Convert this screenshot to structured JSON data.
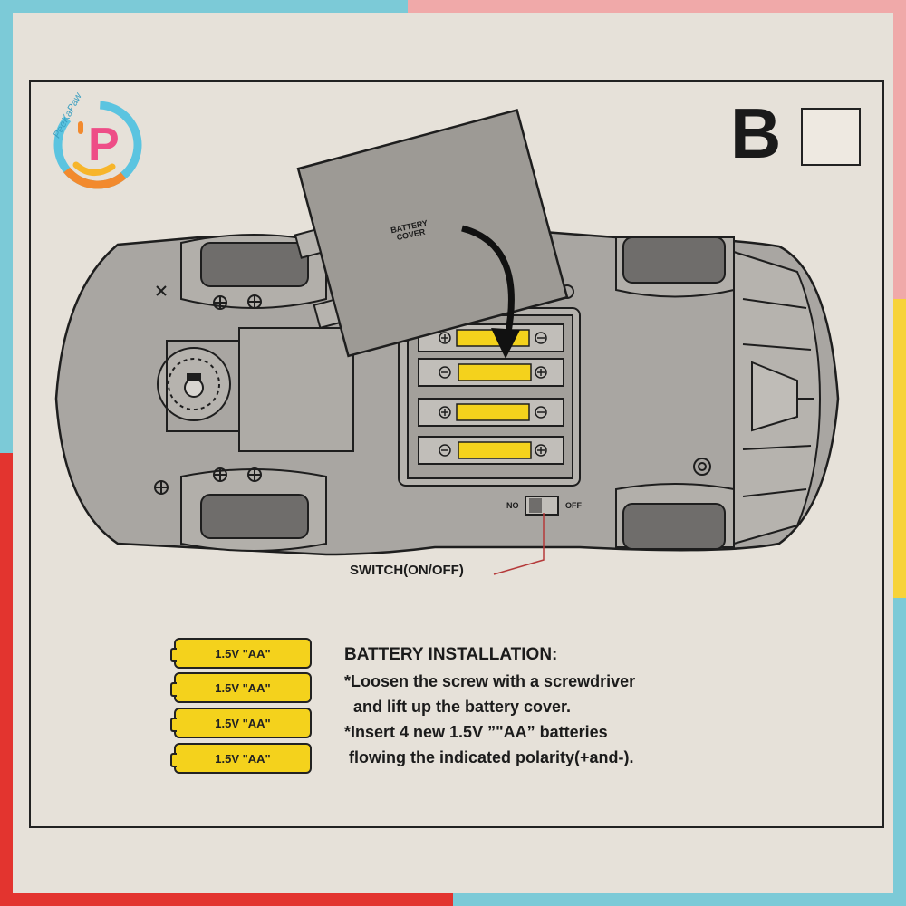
{
  "page": {
    "box_letter": "B"
  },
  "logo": {
    "brand": "PeeKaPaw",
    "glyph": "P"
  },
  "diagram": {
    "battery_cover_label": [
      "BATTERY",
      "COVER"
    ],
    "switch_label": "SWITCH(ON/OFF)",
    "switch_left": "NO",
    "switch_right": "OFF"
  },
  "batteries": [
    "1.5V \"AA\"",
    "1.5V \"AA\"",
    "1.5V \"AA\"",
    "1.5V \"AA\""
  ],
  "instructions": {
    "title": "BATTERY INSTALLATION:",
    "lines": [
      "*Loosen the screw with a screwdriver",
      "  and lift up the battery cover.",
      "*Insert 4 new 1.5V ”\"AA” batteries",
      " flowing the indicated polarity(+and-)."
    ]
  },
  "colors": {
    "battery_yellow": "#f4d21c",
    "car_body": "#a9a6a2",
    "pad_gray": "#6f6d6b",
    "logo_blue": "#5bc4e0",
    "logo_orange": "#f28a2e",
    "logo_pink": "#ee4d87",
    "border_teal": "#7ccad7",
    "border_pink": "#f0a9a9",
    "border_red": "#e3342f",
    "border_yellow": "#f7d33a"
  }
}
